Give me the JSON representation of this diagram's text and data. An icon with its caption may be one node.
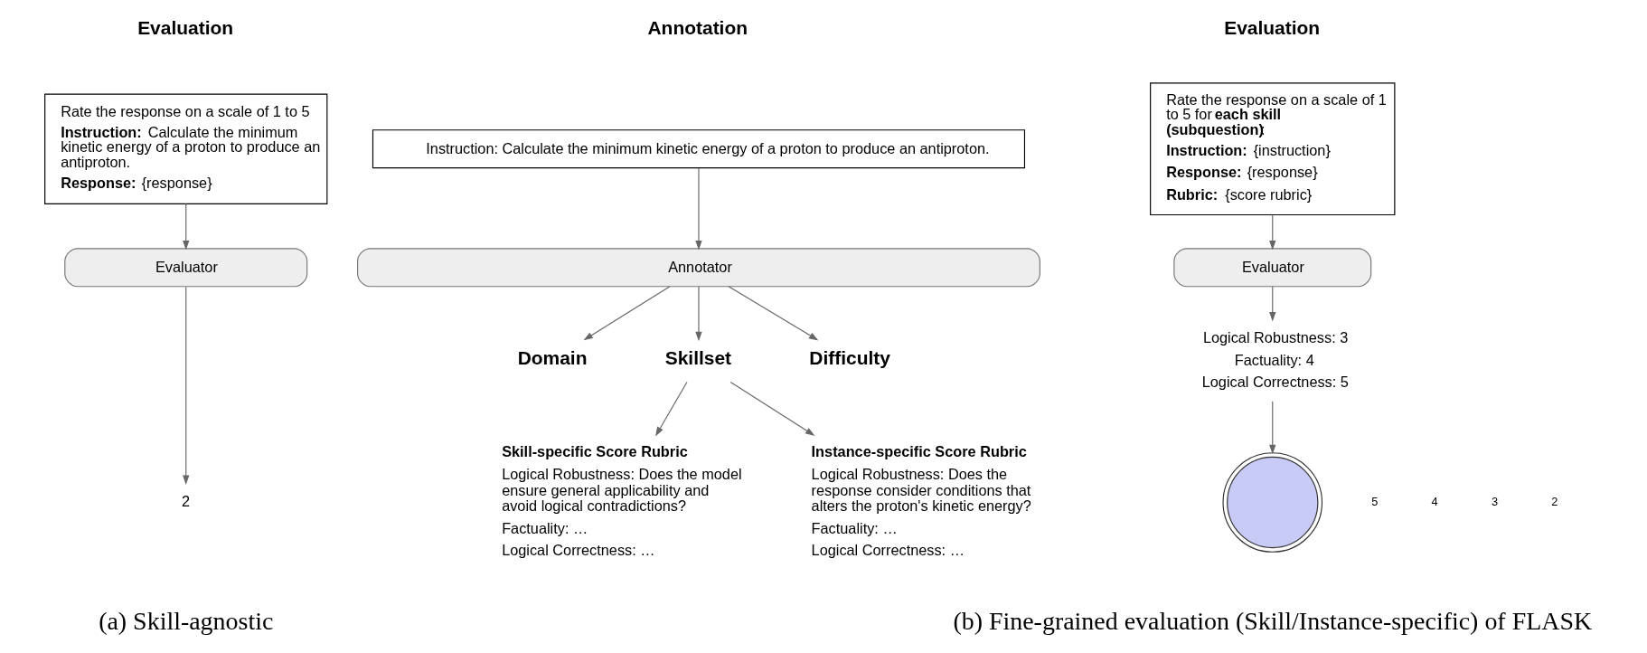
{
  "diagram": {
    "nodes": [
      {
        "text": [
          "Rate the response on a scale of 1 to 5",
          "**Instruction:** Calculate the minimum kinetic energy of a proton to produce an antiproton.",
          "**Response:** {response}"
        ]
      },
      {
        "text": [
          "Evaluator"
        ]
      },
      {
        "text": [
          "2"
        ]
      },
      {
        "text": [
          "Instruction: Calculate the minimum kinetic energy of a proton to produce an antiproton."
        ]
      },
      {
        "text": [
          "Annotator"
        ]
      },
      {
        "text": [
          "Domain"
        ]
      },
      {
        "text": [
          "Skillset"
        ]
      },
      {
        "text": [
          "Difficulty"
        ]
      },
      {
        "text": [
          "Skill-specific Score Rubric",
          "Logical Robustness: Does the model ensure general applicability and avoid logical contradictions?",
          "Factuality: …",
          "Logical Correctness: …"
        ]
      },
      {
        "text": [
          "Instance-specific Score Rubric",
          "Logical Robustness: Does the response consider conditions that alters the proton's kinetic energy?",
          "Factuality: …",
          "Logical Correctness: …"
        ]
      },
      {
        "text": [
          "Rate the response on a scale of 1 to 5 for **each skill (subquestion)**:",
          "**Instruction:** {instruction}",
          "**Response:** {response}",
          "**Rubric:** {score rubric}"
        ]
      },
      {
        "text": [
          "Evaluator"
        ]
      },
      {
        "text": [
          "Logical Robustness: 3",
          "Factuality: 4",
          "Logical Correctness: 5"
        ]
      },
      {
        "text": [],
        "shape": "picture"
      }
    ],
    "edges": [
      {
        "from": 0,
        "to": 1,
        "arrow": "to"
      },
      {
        "from": 1,
        "to": 2,
        "arrow": "to"
      },
      {
        "from": 3,
        "to": 4,
        "arrow": "to"
      },
      {
        "from": 4,
        "to": 5,
        "arrow": "to"
      },
      {
        "from": 4,
        "to": 6,
        "arrow": "to"
      },
      {
        "from": 4,
        "to": 7,
        "arrow": "to"
      },
      {
        "from": 6,
        "to": 8,
        "arrow": "to"
      },
      {
        "from": 6,
        "to": 9,
        "arrow": "to"
      },
      {
        "from": 10,
        "to": 11,
        "arrow": "to"
      },
      {
        "from": 11,
        "to": 12,
        "arrow": "to"
      },
      {
        "from": 12,
        "to": 13,
        "arrow": "to"
      }
    ],
    "labels": [
      "Evaluation",
      "Annotation",
      "Evaluation",
      "(a) Skill-agnostic",
      "(b) Fine-grained evaluation (Skill/Instance-specific) of FLASK",
      "5",
      "4",
      "3",
      "2"
    ]
  }
}
